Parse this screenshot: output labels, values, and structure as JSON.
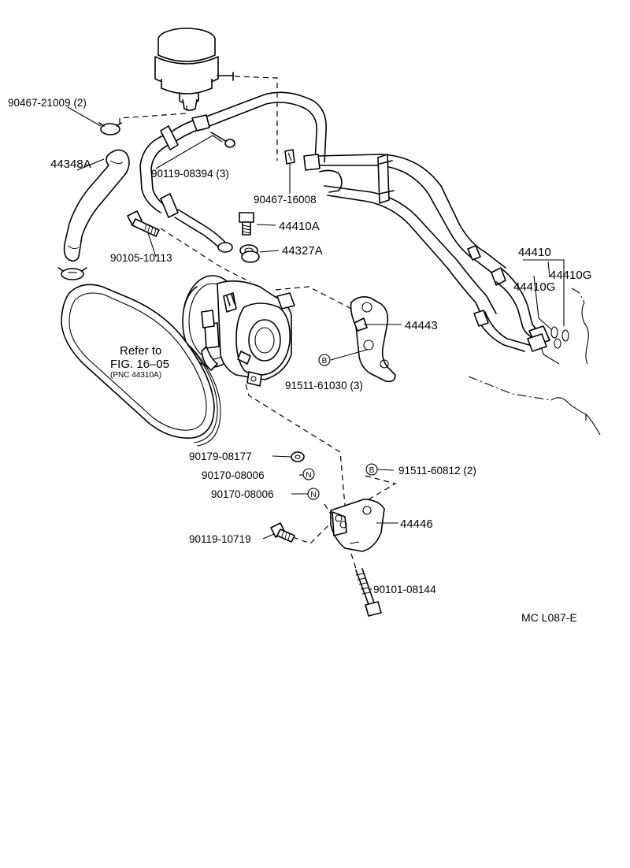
{
  "parts": {
    "clamp_90467_21009": "90467-21009 (2)",
    "hose_44348A": "44348A",
    "bolt_90119_08394": "90119-08394 (3)",
    "clip_90467_16008": "90467-16008",
    "bolt_44410A": "44410A",
    "gasket_44327A": "44327A",
    "bolt_90105_10113": "90105-10113",
    "pipe_44410": "44410",
    "oring_44410G_a": "44410G",
    "oring_44410G_b": "44410G",
    "bracket_44443": "44443",
    "bolt_91511_61030": "91511-61030 (3)",
    "spacer_90179_08177": "90179-08177",
    "nut_90170_08006_a": "90170-08006",
    "nut_90170_08006_b": "90170-08006",
    "bolt_91511_60812": "91511-60812 (2)",
    "bracket_44446": "44446",
    "bolt_90119_10719": "90119-10719",
    "stud_90101_08144": "90101-08144"
  },
  "belt_ref": {
    "line1": "Refer to",
    "line2": "FIG. 16–05",
    "line3": "(PNC 44310A)"
  },
  "markers": {
    "bolt_letter": "B",
    "nut_letter": "N"
  },
  "diagram_code": "MC L087-E"
}
